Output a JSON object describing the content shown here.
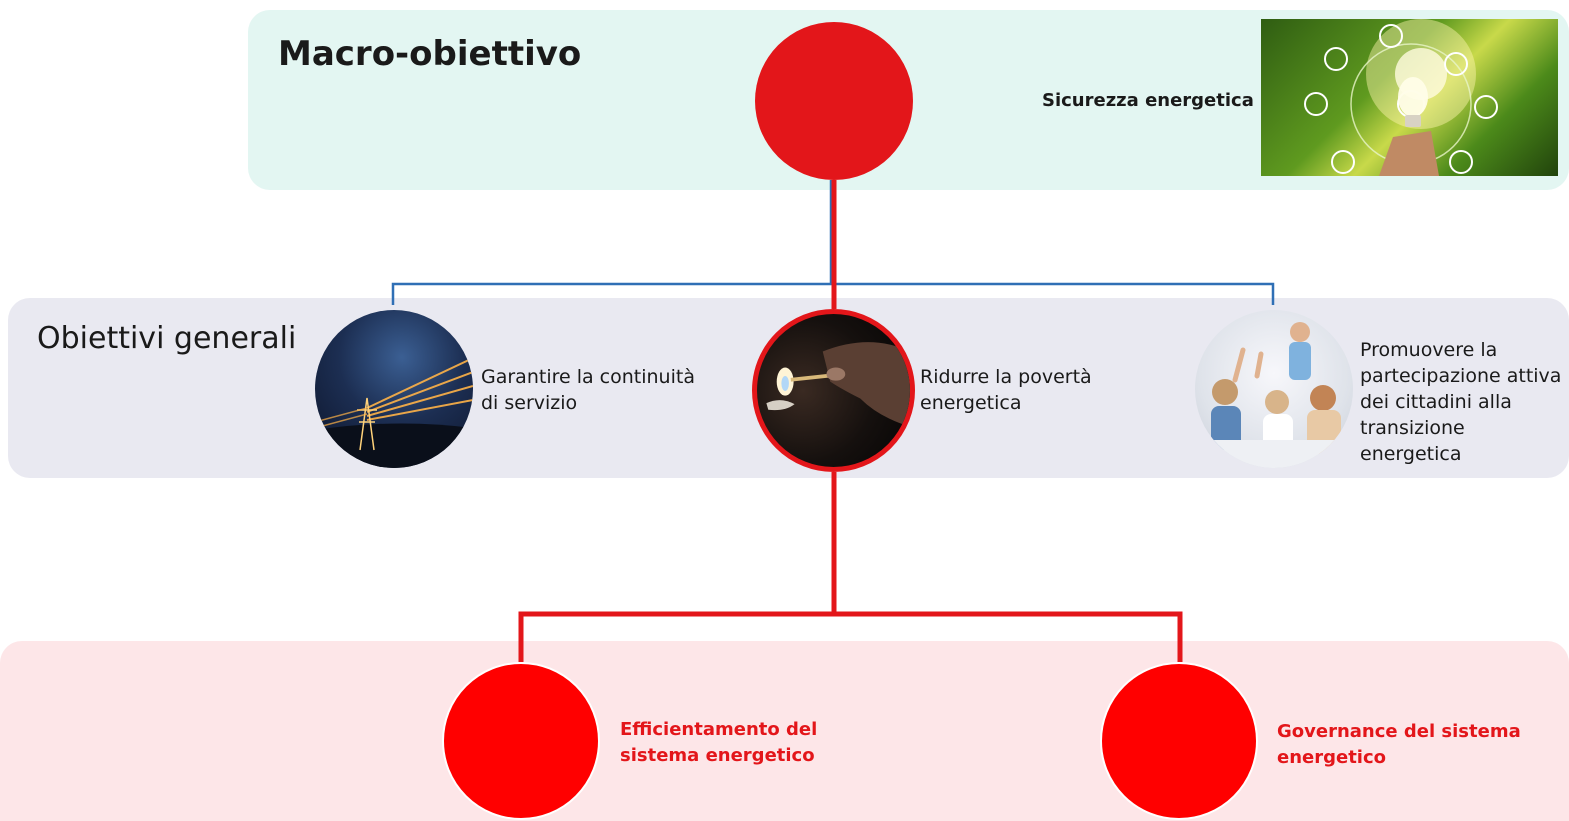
{
  "macro": {
    "heading": "Macro-obiettivo",
    "label": "Sicurezza energetica",
    "photo_icon": "lightbulb-nature-photo"
  },
  "general": {
    "heading": "Obiettivi generali",
    "items": [
      {
        "line1": "Garantire la continuità",
        "line2": "di servizio",
        "photo_icon": "power-lines-photo"
      },
      {
        "line1": "Ridurre la povertà",
        "line2": "energetica",
        "photo_icon": "lit-match-photo"
      },
      {
        "line1": "Promuovere la",
        "line2": "partecipazione attiva",
        "line3": "dei cittadini alla",
        "line4": "transizione energetica",
        "photo_icon": "classroom-photo"
      }
    ]
  },
  "specific": {
    "items": [
      {
        "line1": "Efficientamento del",
        "line2": "sistema energetico"
      },
      {
        "line1": "Governance del sistema",
        "line2": "energetico"
      }
    ]
  },
  "colors": {
    "accent_red": "#e3161a",
    "connector_blue": "#2f6fb5",
    "macro_band": "#e3f6f2",
    "general_band": "#e9e9f1",
    "specific_band": "#fde6e8"
  }
}
